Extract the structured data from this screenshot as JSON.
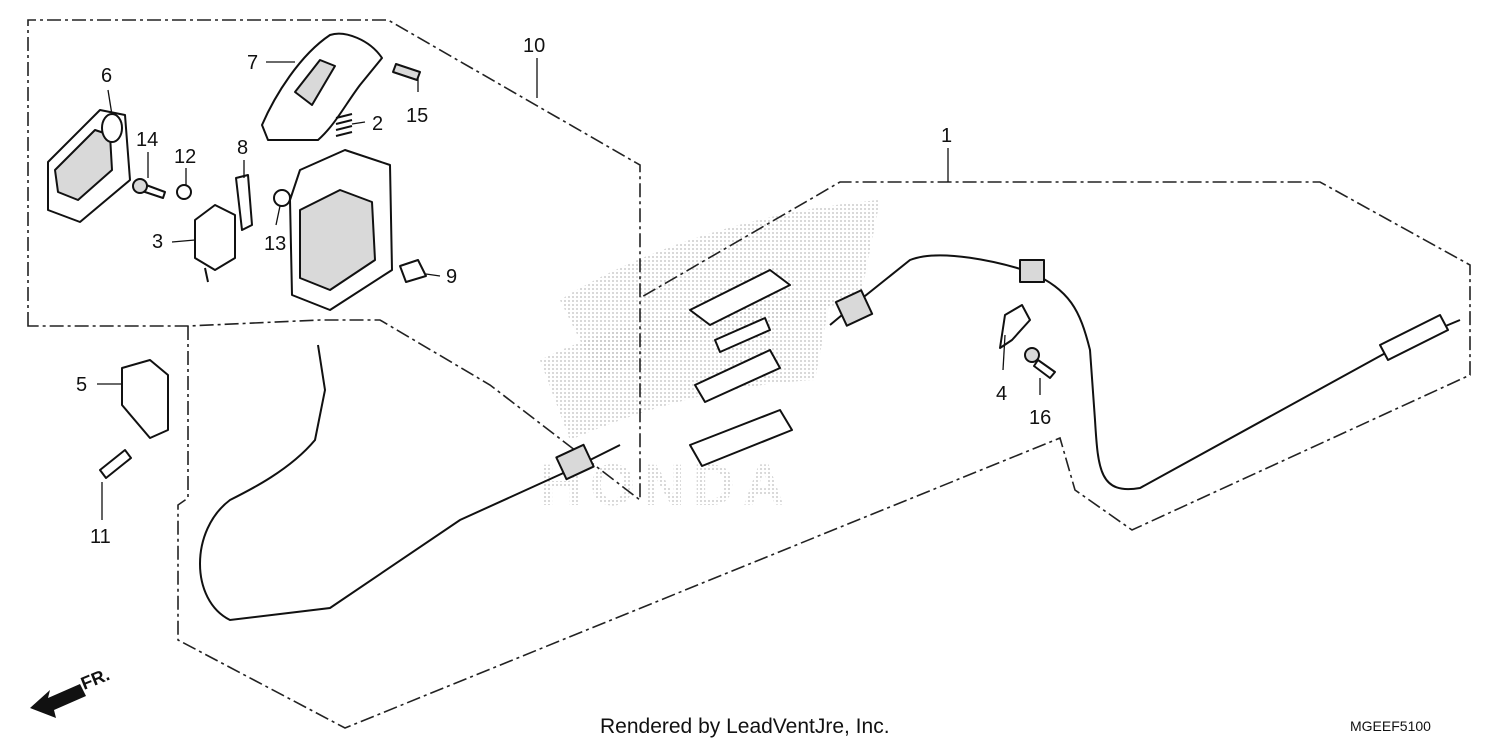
{
  "diagram": {
    "callouts": [
      "1",
      "2",
      "3",
      "4",
      "5",
      "6",
      "7",
      "8",
      "9",
      "10",
      "11",
      "12",
      "13",
      "14",
      "15",
      "16"
    ],
    "direction_label": "FR.",
    "footer": "Rendered by LeadVentJre, Inc.",
    "diagram_code": "MGEEF5100",
    "watermark_brand": "HONDA",
    "colors": {
      "line": "#111111",
      "watermark": "#cfcfcf"
    }
  }
}
